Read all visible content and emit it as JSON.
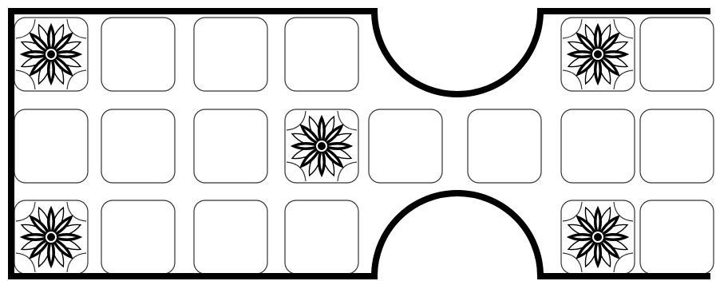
{
  "board": {
    "game": "royal-game-of-ur",
    "rows": 3,
    "colors": {
      "background": "#ffffff",
      "line": "#000000",
      "square_border": "#333333",
      "rosette_fill": "#000000"
    },
    "squares": [
      {
        "row": 0,
        "col": 0,
        "rosette": true
      },
      {
        "row": 0,
        "col": 1,
        "rosette": false
      },
      {
        "row": 0,
        "col": 2,
        "rosette": false
      },
      {
        "row": 0,
        "col": 3,
        "rosette": false
      },
      {
        "row": 0,
        "col": 6,
        "rosette": true
      },
      {
        "row": 0,
        "col": 7,
        "rosette": false
      },
      {
        "row": 1,
        "col": 0,
        "rosette": false
      },
      {
        "row": 1,
        "col": 1,
        "rosette": false
      },
      {
        "row": 1,
        "col": 2,
        "rosette": false
      },
      {
        "row": 1,
        "col": 3,
        "rosette": true
      },
      {
        "row": 1,
        "col": 4,
        "rosette": false
      },
      {
        "row": 1,
        "col": 5,
        "rosette": false
      },
      {
        "row": 1,
        "col": 6,
        "rosette": false
      },
      {
        "row": 1,
        "col": 7,
        "rosette": false
      },
      {
        "row": 2,
        "col": 0,
        "rosette": true
      },
      {
        "row": 2,
        "col": 1,
        "rosette": false
      },
      {
        "row": 2,
        "col": 2,
        "rosette": false
      },
      {
        "row": 2,
        "col": 3,
        "rosette": false
      },
      {
        "row": 2,
        "col": 6,
        "rosette": true
      },
      {
        "row": 2,
        "col": 7,
        "rosette": false
      }
    ]
  }
}
